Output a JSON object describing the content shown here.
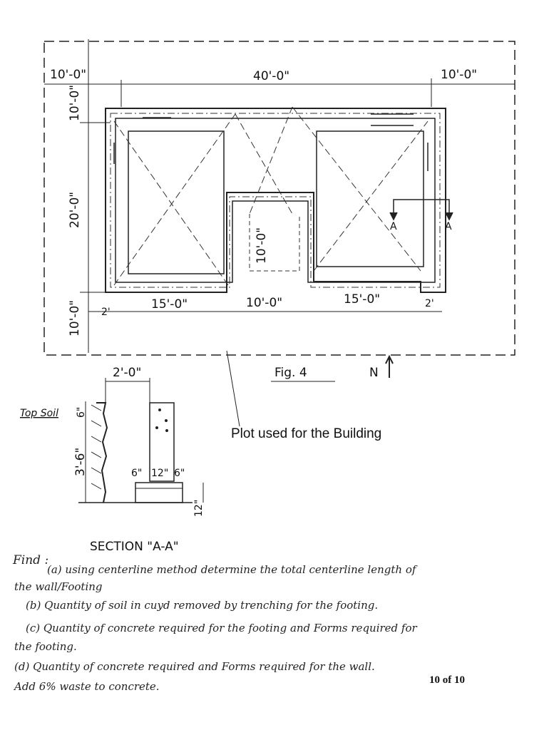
{
  "plan": {
    "dim_left_setback": "10'-0\"",
    "dim_width": "40'-0\"",
    "dim_right_setback": "10'-0\"",
    "dim_top_setback": "10'-0\"",
    "dim_depth": "20'-0\"",
    "dim_bottom_setback": "10'-0\"",
    "dim_left_wall": "2'",
    "dim_left_room": "15'-0\"",
    "dim_notch": "10'-0\"",
    "dim_right_room": "15'-0\"",
    "dim_right_wall": "2'",
    "dim_notch_depth": "10'-0\"",
    "section_mark_left": "A",
    "section_mark_right": "A"
  },
  "figure": {
    "label": "Fig. 4",
    "north": "N",
    "caption": "Plot used for the Building"
  },
  "section": {
    "trench_width": "2'-0\"",
    "topsoil_label": "Top Soil",
    "topsoil_depth": "6\"",
    "trench_depth": "3'-6\"",
    "footing_left": "6\"",
    "footing_wall": "12\"",
    "footing_right": "6\"",
    "footing_height": "12\"",
    "title": "SECTION \"A-A\""
  },
  "questions": {
    "find_label": "Find :",
    "a_line1": "(a) using centerline method determine the total centerline length of",
    "a_line2": "the wall/Footing",
    "b": "(b) Quantity of soil in cuyd removed by trenching for the footing.",
    "c_line1": "(c) Quantity of concrete required for the footing and Forms required for",
    "c_line2": "the footing.",
    "d_line1": "(d) Quantity of concrete required and Forms required for the wall.",
    "d_line2": "Add 6% waste to concrete."
  },
  "page": {
    "number": "10 of 10"
  }
}
